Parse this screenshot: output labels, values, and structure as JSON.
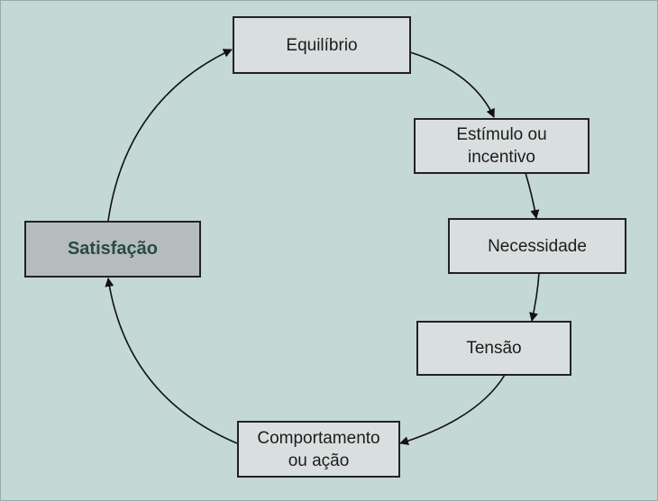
{
  "diagram": {
    "type": "cycle",
    "nodes": [
      {
        "id": "equilibrio",
        "label": "Equilíbrio"
      },
      {
        "id": "estimulo",
        "label": "Estímulo ou incentivo"
      },
      {
        "id": "necessidade",
        "label": "Necessidade"
      },
      {
        "id": "tensao",
        "label": "Tensão"
      },
      {
        "id": "comportamento",
        "label": "Comportamento ou ação"
      },
      {
        "id": "satisfacao",
        "label": "Satisfação",
        "highlighted": true
      }
    ],
    "edges": [
      [
        "equilibrio",
        "estimulo"
      ],
      [
        "estimulo",
        "necessidade"
      ],
      [
        "necessidade",
        "tensao"
      ],
      [
        "tensao",
        "comportamento"
      ],
      [
        "comportamento",
        "satisfacao"
      ],
      [
        "satisfacao",
        "equilibrio"
      ]
    ],
    "colors": {
      "background": "#c4d8d6",
      "box": "#d9dfdf",
      "highlight_box": "#b5bcbc",
      "highlight_text": "#2a4a46"
    }
  }
}
